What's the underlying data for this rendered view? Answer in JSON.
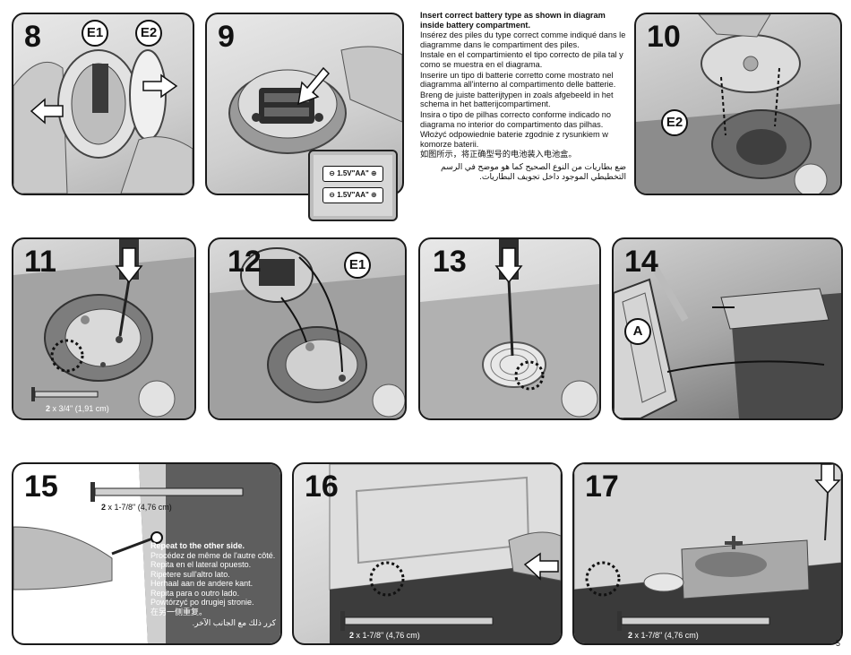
{
  "steps": [
    {
      "number": "8"
    },
    {
      "number": "9"
    },
    {
      "number": "10"
    },
    {
      "number": "11"
    },
    {
      "number": "12"
    },
    {
      "number": "13"
    },
    {
      "number": "14"
    },
    {
      "number": "15"
    },
    {
      "number": "16"
    },
    {
      "number": "17"
    }
  ],
  "callouts": {
    "e1": "E1",
    "e2": "E2",
    "a": "A"
  },
  "battery": {
    "label": "1.5V\"AA\"",
    "plus": "⊕",
    "minus": "⊖"
  },
  "battery_instructions": {
    "en": "Insert correct battery type as shown in diagram inside battery compartment.",
    "fr": "Insérez des piles du type correct comme indiqué dans le diagramme dans le compartiment des piles.",
    "es": "Instale en el compartimiento el tipo correcto de pila tal y como se muestra en el diagrama.",
    "it": "Inserire un tipo di batterie corretto come mostrato nel diagramma all'interno al compartimento delle batterie.",
    "nl": "Breng de juiste batterijtypen in zoals afgebeeld in het schema in het batterijcompartiment.",
    "pt": "Insira o tipo de pilhas correcto conforme indicado no diagrama no interior do compartimento das pilhas.",
    "pl": "Włożyć odpowiednie baterie zgodnie z rysunkiem w komorze baterii.",
    "zh": "如图所示，将正确型号的电池装入电池盒。",
    "ar": "ضع بطاريات من النوع الصحيح كما هو موضح في الرسم التخطيطي الموجود داخل تجويف البطاريات."
  },
  "screws": {
    "step11": {
      "qty": "2",
      "size": "x 3/4\" (1,91 cm)"
    },
    "step15": {
      "qty": "2",
      "size": "x 1-7/8\" (4,76 cm)"
    },
    "step16": {
      "qty": "2",
      "size": "x 1-7/8\" (4,76 cm)"
    },
    "step17": {
      "qty": "2",
      "size": "x 1-7/8\" (4,76 cm)"
    }
  },
  "repeat_note": {
    "en": "Repeat to the other side.",
    "fr": "Procédez de même de l'autre côté.",
    "es": "Repita en el lateral opuesto.",
    "it": "Ripetere sull'altro lato.",
    "nl": "Herhaal aan de andere kant.",
    "pt": "Repita para o outro lado.",
    "pl": "Powtórzyć po drugiej stronie.",
    "zh": "在另一侧重复。",
    "ar": "كرر ذلك مع الجانب الآخر."
  },
  "page_number": "5",
  "colors": {
    "panel_border": "#1a1a1a",
    "plastic_light": "#d9d9d9",
    "plastic_dark": "#3a3a3a",
    "arrow_fill": "#ffffff"
  }
}
